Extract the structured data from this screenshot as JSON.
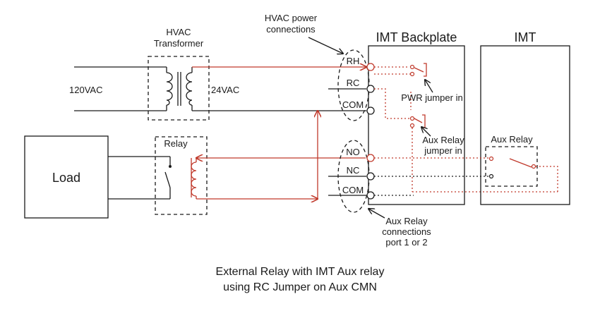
{
  "labels": {
    "hvac_power": [
      "HVAC power",
      "connections"
    ],
    "imt_backplate": "IMT Backplate",
    "imt": "IMT",
    "hvac_transformer": [
      "HVAC",
      "Transformer"
    ],
    "v120": "120VAC",
    "v24": "24VAC",
    "relay": "Relay",
    "load": "Load",
    "rh": "RH",
    "rc": "RC",
    "com_top": "COM",
    "no": "NO",
    "nc": "NC",
    "com_bottom": "COM",
    "pwr_jumper": "PWR jumper in",
    "aux_jumper": [
      "Aux Relay",
      "jumper in"
    ],
    "aux_relay": "Aux Relay",
    "aux_connections": [
      "Aux Relay",
      "connections",
      "port 1 or 2"
    ]
  },
  "caption": [
    "External Relay with IMT Aux relay",
    "using RC Jumper on Aux CMN"
  ],
  "colors": {
    "wire": "#1a1a1a",
    "active": "#c0392b"
  }
}
